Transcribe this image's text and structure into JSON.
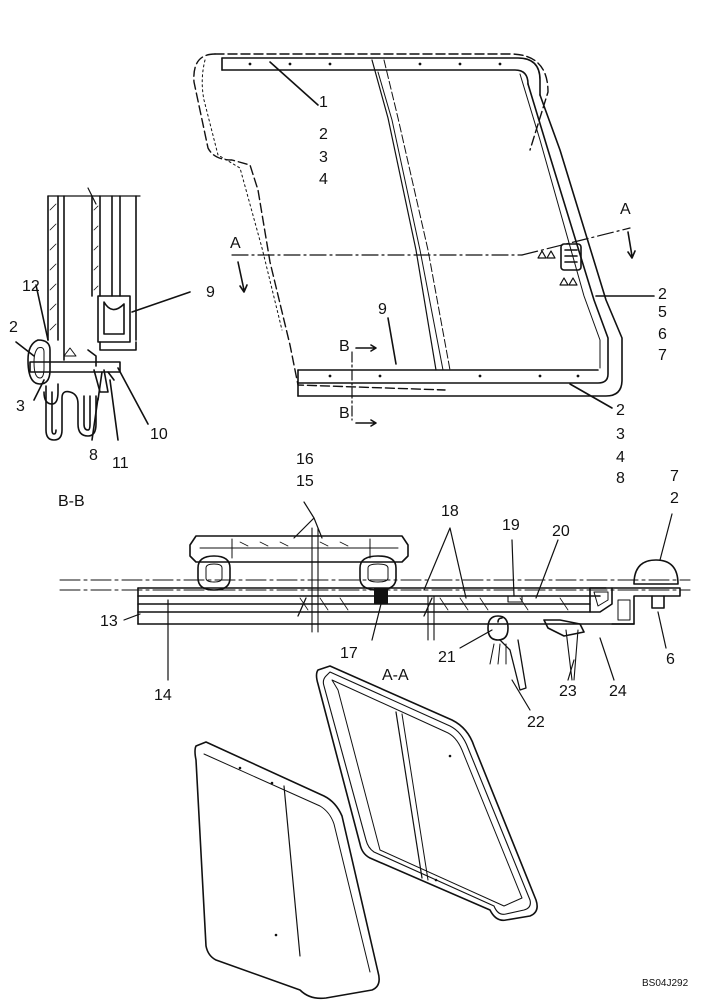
{
  "diagram": {
    "drawing_code": "BS04J292",
    "section_labels": {
      "bb": "B-B",
      "aa": "A-A",
      "cut_a": "A",
      "cut_b": "B"
    },
    "callouts": {
      "top_left": [
        "1",
        "2",
        "3",
        "4"
      ],
      "right_side": [
        "2",
        "5",
        "6",
        "7"
      ],
      "bottom_right": [
        "2",
        "3",
        "4",
        "8"
      ],
      "top_nine": "9",
      "bb_nine": "9",
      "bb_twelve": "12",
      "bb_two": "2",
      "bb_three": "3",
      "bb_eight": "8",
      "bb_eleven": "11",
      "bb_ten": "10",
      "aa_sixteen": "16",
      "aa_fifteen": "15",
      "aa_eighteen": "18",
      "aa_nineteen": "19",
      "aa_twenty": "20",
      "aa_seven": "7",
      "aa_two": "2",
      "aa_thirteen": "13",
      "aa_fourteen": "14",
      "aa_seventeen": "17",
      "aa_twentyone": "21",
      "aa_twentytwo": "22",
      "aa_twentythree": "23",
      "aa_twentyfour": "24",
      "aa_six": "6"
    }
  }
}
